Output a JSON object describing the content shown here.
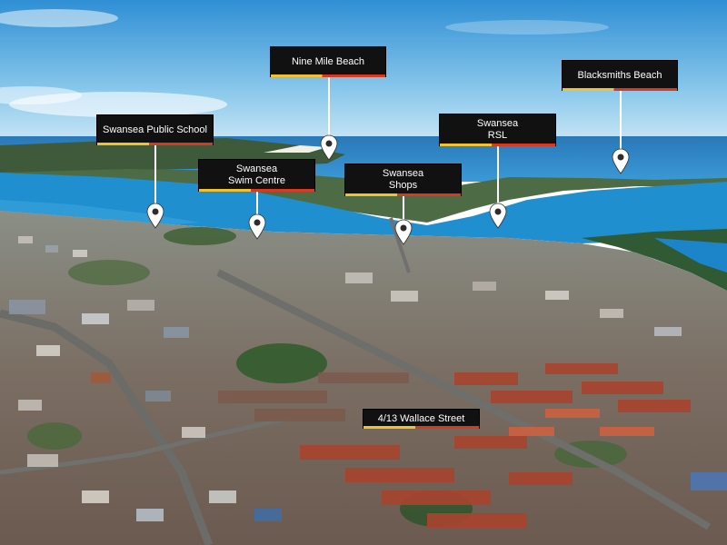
{
  "labels": {
    "nine_mile_beach": "Nine Mile Beach",
    "blacksmiths_beach": "Blacksmiths Beach",
    "swansea_public_school": "Swansea Public School",
    "swansea_swim_centre": "Swansea\nSwim Centre",
    "swansea_shops": "Swansea\nShops",
    "swansea_rsl": "Swansea\nRSL",
    "property_address": "4/13 Wallace Street"
  },
  "colors": {
    "label_background": "#111111",
    "label_text": "#ffffff",
    "stripe_yellow": "#f2c12e",
    "stripe_red": "#d93a1f",
    "water": "#1f8fd0",
    "sky": "#7fc3ea"
  },
  "icons": {
    "pin": "location-pin-icon"
  }
}
